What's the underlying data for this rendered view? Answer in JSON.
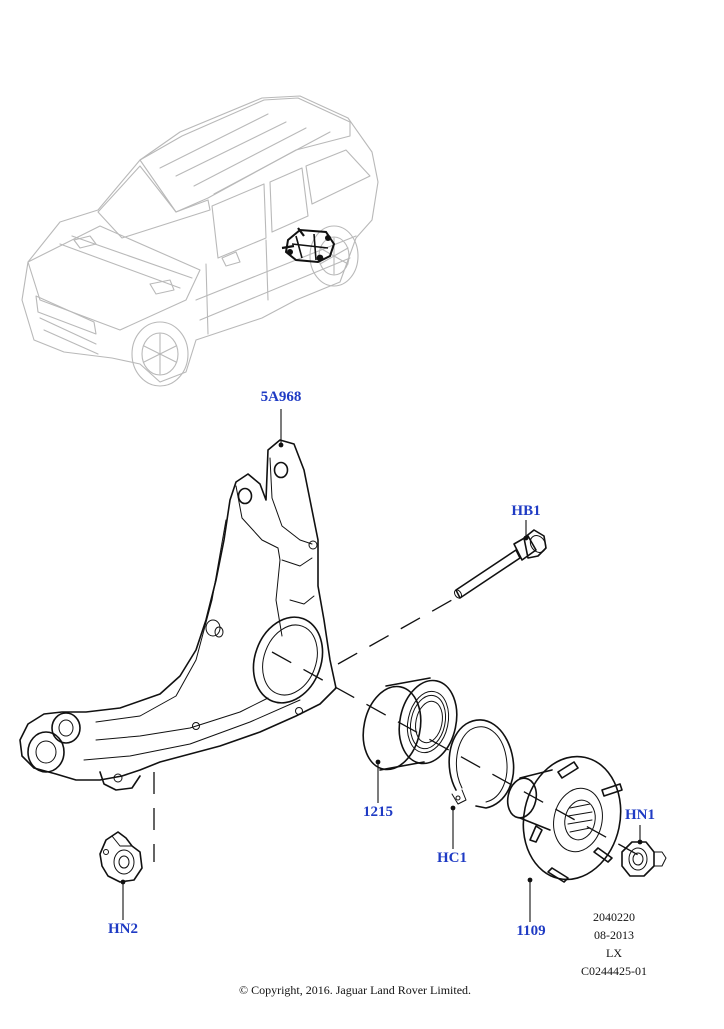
{
  "callouts": {
    "knuckle": "5A968",
    "hub_bolt": "HB1",
    "bearing": "1215",
    "circlip": "HC1",
    "hub": "1109",
    "hub_nut": "HN1",
    "knuckle_nut": "HN2"
  },
  "drawing_meta": {
    "line1": "2040220",
    "line2": "08-2013",
    "line3": "LX",
    "line4": "C0244425-01"
  },
  "copyright": "© Copyright, 2016. Jaguar Land Rover Limited.",
  "colors": {
    "callout_blue": "#1f3bc4",
    "line": "#111111",
    "vehicle_outline": "#b9b9b9"
  }
}
